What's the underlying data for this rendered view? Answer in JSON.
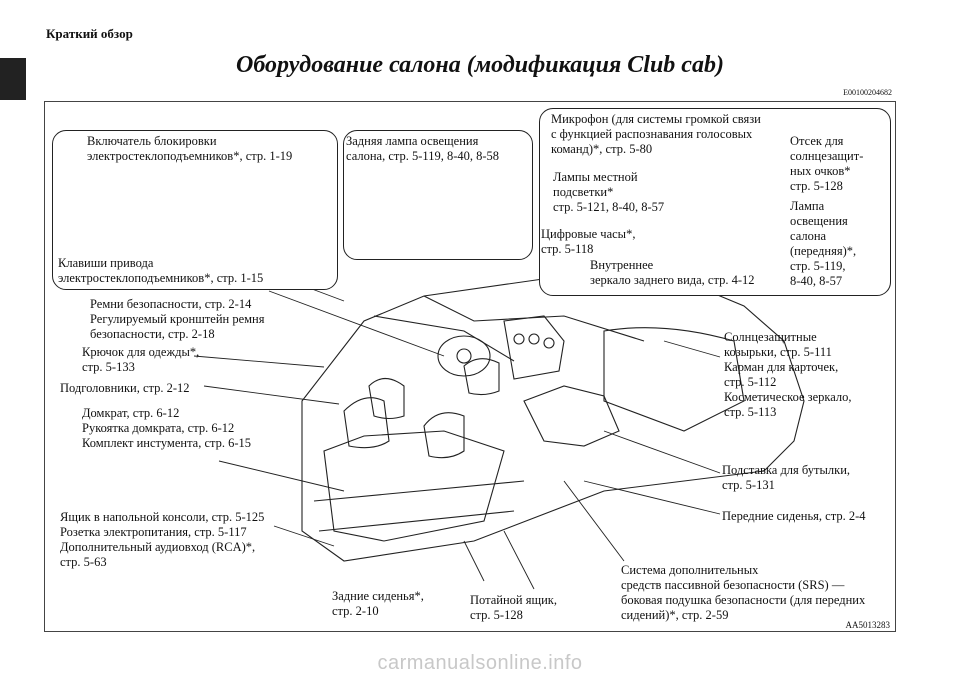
{
  "header": {
    "section": "Краткий обзор"
  },
  "page": {
    "title": "Оборудование салона (модификация Club cab)",
    "code": "E00100204682",
    "figure_code": "AA5013283",
    "footer": "carmanualsonline.info"
  },
  "callouts": {
    "window_lock": "Включатель блокировки\nэлектростеклоподъемников*, стр. 1-19",
    "window_keys": "Клавиши привода\nэлектростеклоподъемников*, стр. 1-15",
    "rear_lamp": "Задняя лампа освещения\nсалона, стр. 5-119, 8-40, 8-58",
    "microphone": "Микрофон (для системы громкой связи\nс функцией распознавания голосовых\nкоманд)*, стр. 5-80",
    "sunglass": "Отсек для\nсолнцезащит-\nных очков*\nстр. 5-128",
    "map_lamps": "Лампы местной\nподсветки*\nстр. 5-121, 8-40, 8-57",
    "front_lamp": "Лампа\nосвещения\nсалона\n(передняя)*,\nстр. 5-119,\n8-40, 8-57",
    "clock": "Цифровые часы*,\nстр. 5-118",
    "mirror": "Внутреннее\nзеркало заднего  вида, стр. 4-12"
  },
  "labels": {
    "belts": "Ремни безопасности, стр. 2-14\nРегулируемый кронштейн ремня\nбезопасности, стр. 2-18",
    "hook": "Крючок для одежды*,\nстр. 5-133",
    "headrests": "Подголовники, стр. 2-12",
    "jack": "Домкрат, стр. 6-12\nРукоятка домкрата, стр. 6-12\nКомплект инстумента, стр. 6-15",
    "console": "Ящик в напольной консоли, стр. 5-125\nРозетка электропитания, стр. 5-117\nДополнительный аудиовход (RCA)*,\nстр. 5-63",
    "rear_seats": "Задние сиденья*,\nстр. 2-10",
    "hidden_box": "Потайной ящик,\nстр. 5-128",
    "srs": "Система дополнительных\nсредств пассивной безопасности (SRS) —\nбоковая подушка безопасности (для передних\nсидений)*, стр. 2-59",
    "front_seats": "Передние сиденья, стр. 2-4",
    "bottle": "Подставка для бутылки,\nстр. 5-131",
    "sunvisors": "Солнцезащитные\nкозырьки, стр. 5-111\nКарман для карточек,\nстр. 5-112\nКосметическое зеркало,\nстр. 5-113"
  }
}
